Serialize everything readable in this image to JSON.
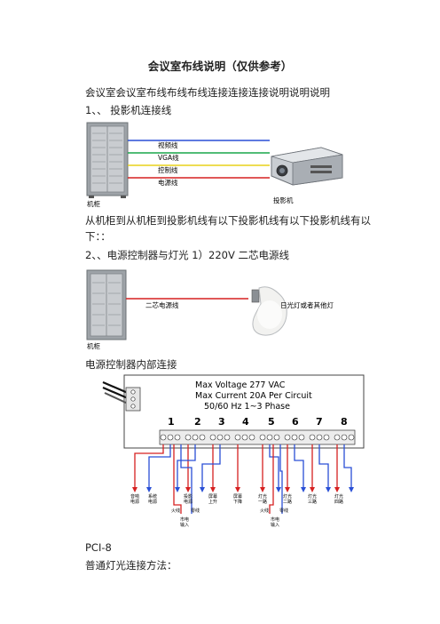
{
  "doc": {
    "title": "会议室布线说明（仅供参考）",
    "intro": "会议室会议室布线布线布线连接连接连接说明说明说明",
    "sec1": "1、、 投影机连接线",
    "fig1": {
      "lines": [
        "视频线",
        "VGA线",
        "控制线",
        "电源线"
      ],
      "cabinet": "机柜",
      "projector": "投影机",
      "colors": {
        "blue": "#2a4fd6",
        "green": "#19a64a",
        "yellow": "#e8d21a",
        "red": "#d62020"
      }
    },
    "para1_a": "从机柜到从机柜到投影机线有以下投影机线有以下投影机线有以",
    "para1_b": "下：：",
    "sec2": "2、、电源控制器与灯光 1）220V 二芯电源线",
    "fig2": {
      "line": "二芯电源线",
      "lamp": "日光灯或者其他灯",
      "cabinet": "机柜"
    },
    "sec3": "电源控制器内部连接",
    "fig3": {
      "spec1": "Max Voltage 277 VAC",
      "spec2": "Max Current 20A Per Circuit",
      "spec3": "50/60 Hz 1~3 Phase",
      "channels": [
        "1",
        "2",
        "3",
        "4",
        "5",
        "6",
        "7",
        "8"
      ],
      "outputs": [
        "音响\n电源",
        "系统\n电源",
        "投影\n电源",
        "屏幕\n上升",
        "屏幕\n下降",
        "灯光\n一路",
        "灯光\n二路",
        "灯光\n三路",
        "灯光\n四路"
      ],
      "inputs": [
        "火线",
        "零线",
        "市电\n输入",
        "火线",
        "零线",
        "市电\n输入"
      ]
    },
    "model": "PCI-8",
    "last": "普通灯光连接方法："
  }
}
